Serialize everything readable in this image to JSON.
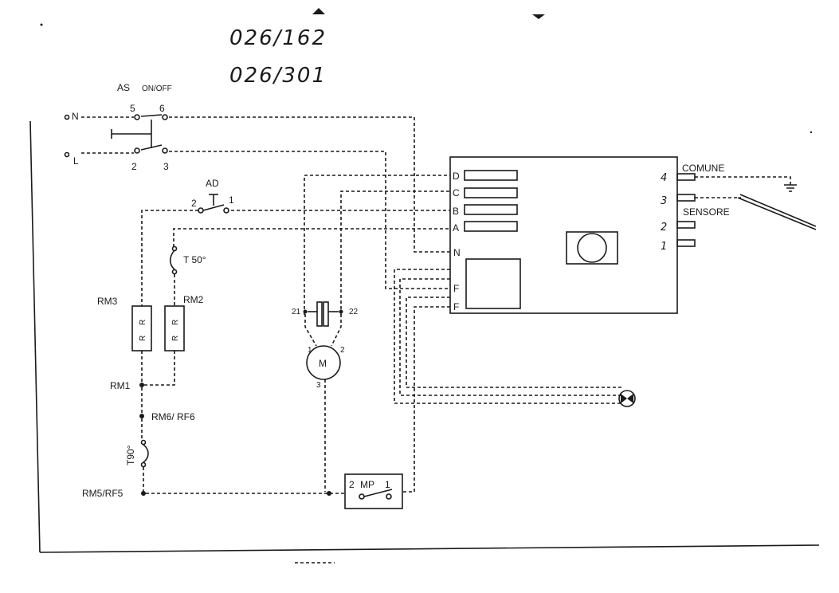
{
  "handwritten_codes": [
    "026/162",
    "026/301"
  ],
  "switch_as": {
    "name": "AS",
    "sub": "ON/OFF",
    "pins": [
      "5",
      "6",
      "2",
      "3"
    ]
  },
  "lines": {
    "n": "N",
    "l": "L"
  },
  "ad": {
    "name": "AD",
    "pin_left": "2",
    "pin_right": "1"
  },
  "thermostat_t50": "T 50°",
  "thermostat_t90": "T90°",
  "resistors": {
    "rm3": "RM3",
    "rm2": "RM2",
    "symbol": "R"
  },
  "nodes": {
    "rm1": "RM1",
    "rm6": "RM6/ RF6",
    "rm5": "RM5/RF5"
  },
  "motor": {
    "label": "M",
    "pin1": "1",
    "pin2": "2",
    "pin3": "3"
  },
  "capacitor": {
    "pin_left": "21",
    "pin_right": "22"
  },
  "mp": {
    "name": "MP",
    "pin_left": "2",
    "pin_right": "1"
  },
  "board": {
    "left_terminals": [
      "D",
      "C",
      "B",
      "A",
      "N",
      "F",
      "F"
    ],
    "right_terminals": [
      "4",
      "3",
      "2",
      "1"
    ],
    "comune": "COMUNE",
    "sensore": "SENSORE"
  }
}
